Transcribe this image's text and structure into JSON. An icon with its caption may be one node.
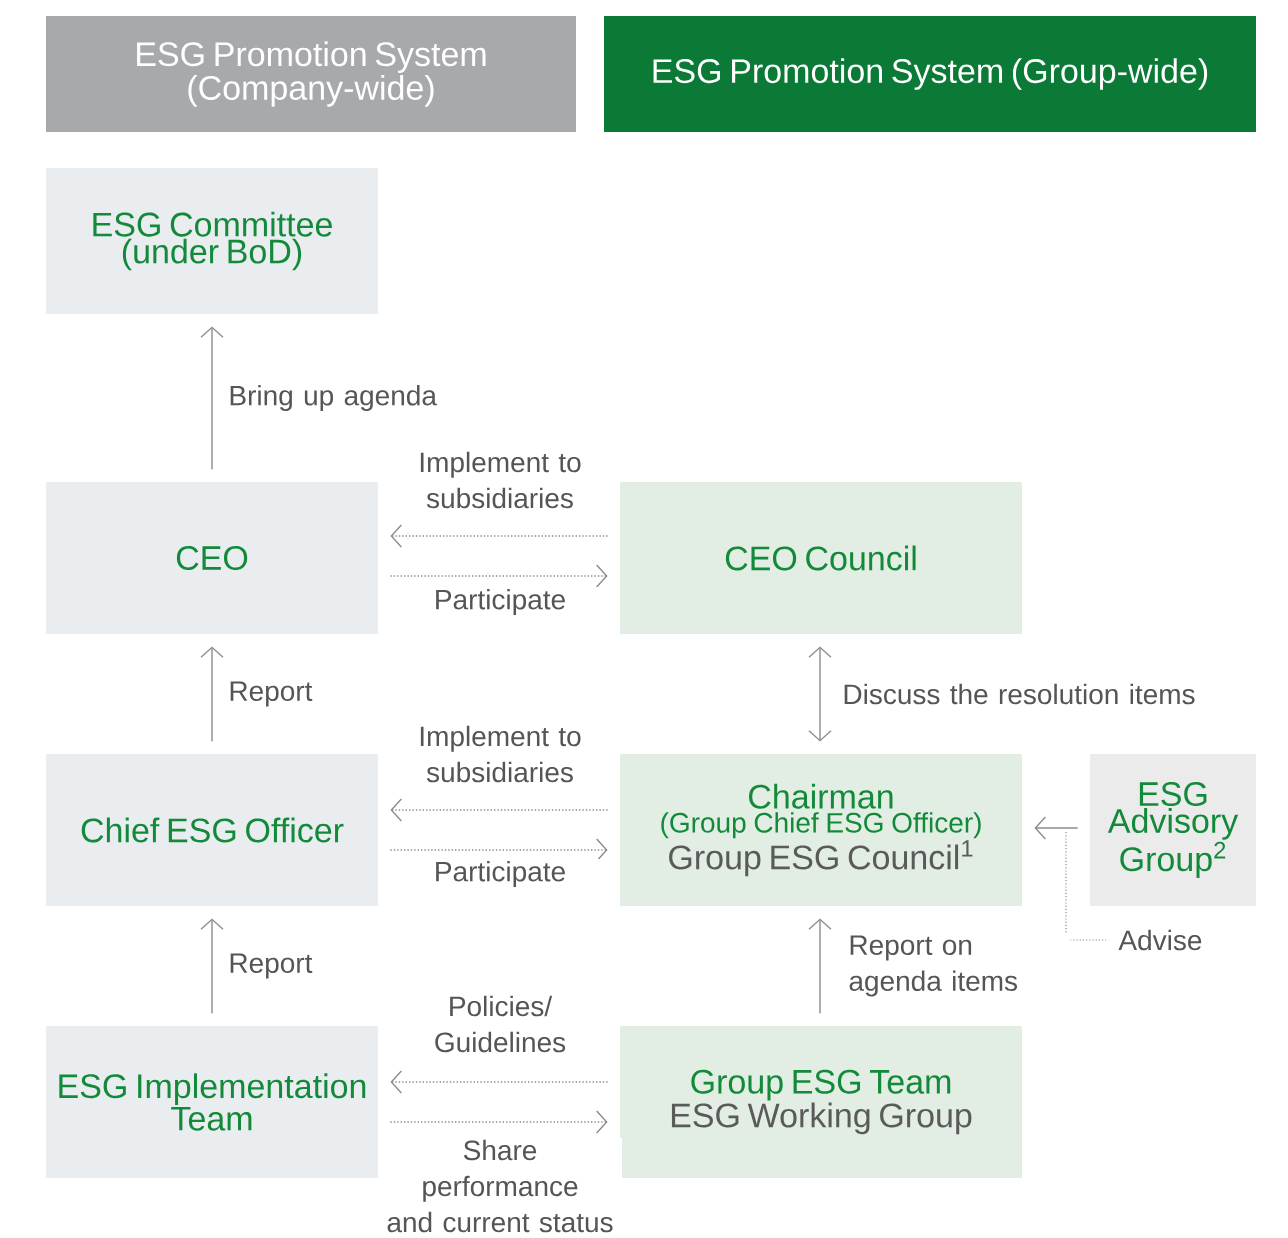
{
  "diagram": {
    "nodes": [
      {
        "text": [
          "ESG Promotion System (Company-wide)"
        ]
      },
      {
        "text": [
          "ESG Promotion System (Group-wide)"
        ]
      },
      {
        "text": [
          "ESG Committee (under BoD)"
        ]
      },
      {
        "text": [
          "CEO"
        ]
      },
      {
        "text": [
          "CEO Council"
        ]
      },
      {
        "text": [
          "Chief ESG Officer"
        ]
      },
      {
        "text": [
          "Chairman",
          "(Group Chief ESG Officer)",
          "Group ESG Council$^{1}$"
        ]
      },
      {
        "text": [
          "ESG Advisory Group$^{2}$"
        ]
      },
      {
        "text": [
          "ESG Implementation Team"
        ]
      },
      {
        "text": [
          "Group ESG Team",
          "ESG Working Group"
        ]
      }
    ],
    "edges": [
      {
        "from": 3,
        "to": 2,
        "arrow": "to",
        "label": "Bring up agenda"
      },
      {
        "from": 4,
        "to": 3,
        "arrow": "to",
        "style": "dashed",
        "label": "Implement to subsidiaries"
      },
      {
        "from": 3,
        "to": 4,
        "arrow": "to",
        "style": "dashed",
        "label": "Participate"
      },
      {
        "from": 4,
        "to": 6,
        "arrow": "both",
        "label": "Discuss the resolution items"
      },
      {
        "from": 5,
        "to": 3,
        "arrow": "to",
        "label": "Report"
      },
      {
        "from": 6,
        "to": 5,
        "arrow": "to",
        "style": "dashed",
        "label": "Implement to subsidiaries"
      },
      {
        "from": 5,
        "to": 6,
        "arrow": "to",
        "style": "dashed",
        "label": "Participate"
      },
      {
        "from": 7,
        "to": 6,
        "arrow": "to",
        "label": "Advise"
      },
      {
        "from": 8,
        "to": 5,
        "arrow": "to",
        "label": "Report"
      },
      {
        "from": 9,
        "to": 8,
        "arrow": "to",
        "style": "dashed",
        "label": "Policies/ Guidelines"
      },
      {
        "from": 8,
        "to": 9,
        "arrow": "to",
        "style": "dashed",
        "label": "Share performance and current status"
      },
      {
        "from": 9,
        "to": 6,
        "arrow": "to",
        "label": "Report on agenda items"
      }
    ]
  }
}
